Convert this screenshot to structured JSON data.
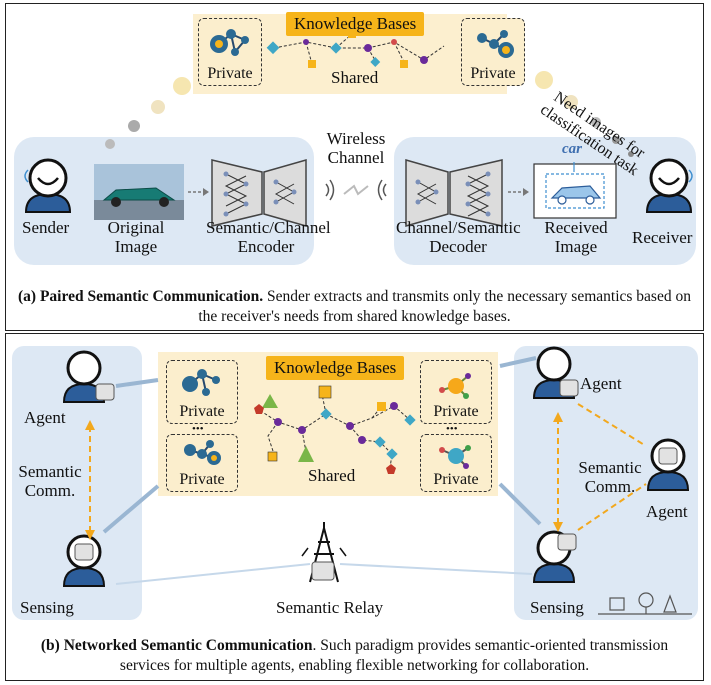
{
  "panel_a": {
    "kb_title": "Knowledge Bases",
    "private_left": "Private",
    "private_right": "Private",
    "shared": "Shared",
    "receiver_note": "Need images for classification task",
    "wireless": "Wireless Channel",
    "sender": "Sender",
    "original_image": "Original Image",
    "encoder": "Semantic/Channel Encoder",
    "decoder": "Channel/Semantic Decoder",
    "received_image": "Received Image",
    "receiver": "Receiver",
    "detected_label": "car",
    "caption_bold": "(a) Paired Semantic Communication.",
    "caption_rest": " Sender extracts and transmits only the necessary semantics based on the receiver's needs from shared knowledge bases."
  },
  "panel_b": {
    "kb_title": "Knowledge Bases",
    "private_tl": "Private",
    "private_bl": "Private",
    "private_tr": "Private",
    "private_br": "Private",
    "ellipsis": "•••",
    "shared": "Shared",
    "agent_left": "Agent",
    "agent_right_top": "Agent",
    "agent_right_mid": "Agent",
    "semantic_comm_left": "Semantic Comm.",
    "semantic_comm_right": "Semantic Comm.",
    "sensing_left": "Sensing",
    "sensing_right": "Sensing",
    "relay": "Semantic Relay",
    "caption_bold": "(b) Networked Semantic Communication",
    "caption_rest": ". Such paradigm provides semantic-oriented transmission services for multiple agents, enabling flexible networking for collaboration."
  },
  "colors": {
    "accent": "#f6b41a",
    "kb_bg": "#fcefcf",
    "agent_bg": "#dde8f4",
    "dashed_arrow": "#f2a81d",
    "node_purple": "#6a2a9a"
  }
}
